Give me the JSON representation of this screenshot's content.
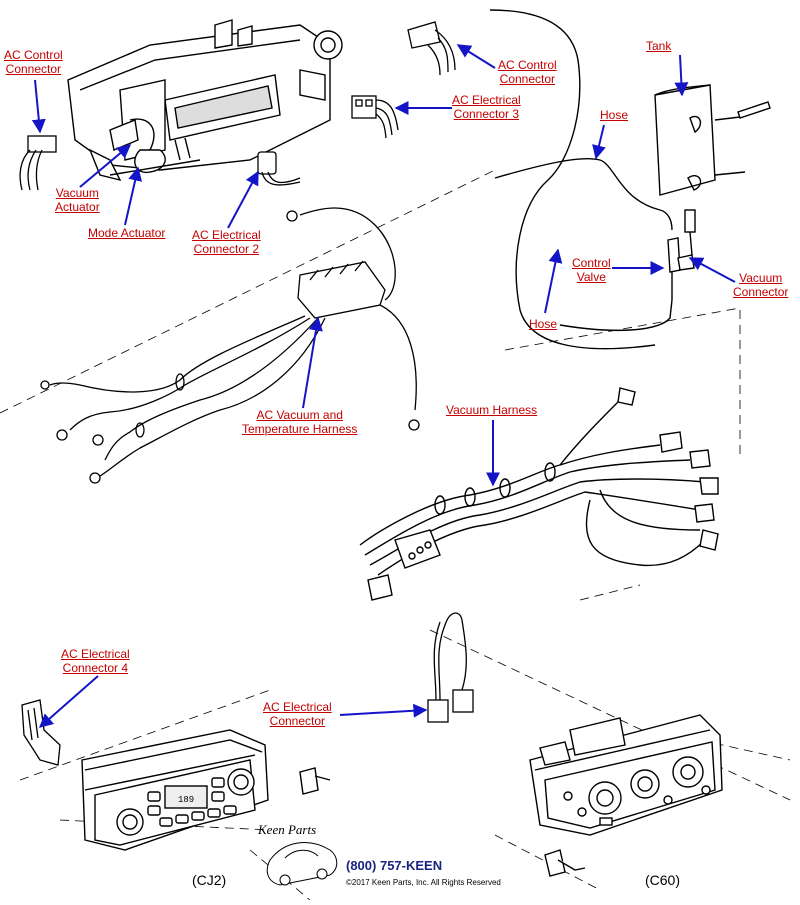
{
  "labels": {
    "ac_control_connector_left": [
      "AC Control",
      "Connector"
    ],
    "vacuum_actuator": [
      "Vacuum",
      "Actuator"
    ],
    "mode_actuator": [
      "Mode Actuator"
    ],
    "ac_electrical_connector_2": [
      "AC Electrical",
      "Connector 2"
    ],
    "ac_control_connector_top": [
      "AC Control",
      "Connector"
    ],
    "ac_electrical_connector_3": [
      "AC Electrical",
      "Connector 3"
    ],
    "tank": [
      "Tank"
    ],
    "hose_top": [
      "Hose"
    ],
    "control_valve": [
      "Control",
      "Valve"
    ],
    "vacuum_connector": [
      "Vacuum",
      "Connector"
    ],
    "hose_bottom": [
      "Hose"
    ],
    "ac_vacuum_temp_harness": [
      "AC Vacuum and",
      "Temperature Harness"
    ],
    "vacuum_harness": [
      "Vacuum Harness"
    ],
    "ac_electrical_connector_4": [
      "AC Electrical",
      "Connector 4"
    ],
    "ac_electrical_connector": [
      "AC Electrical",
      "Connector"
    ]
  },
  "captions": {
    "left": "(CJ2)",
    "right": "(C60)"
  },
  "branding": {
    "logo": "Keen Parts",
    "phone": "(800) 757-KEEN",
    "copyright": "©2017 Keen Parts, Inc. All Rights Reserved"
  },
  "panel_display": "189",
  "colors": {
    "label": "#c40000",
    "arrow": "#1515c8",
    "line": "#000000"
  }
}
